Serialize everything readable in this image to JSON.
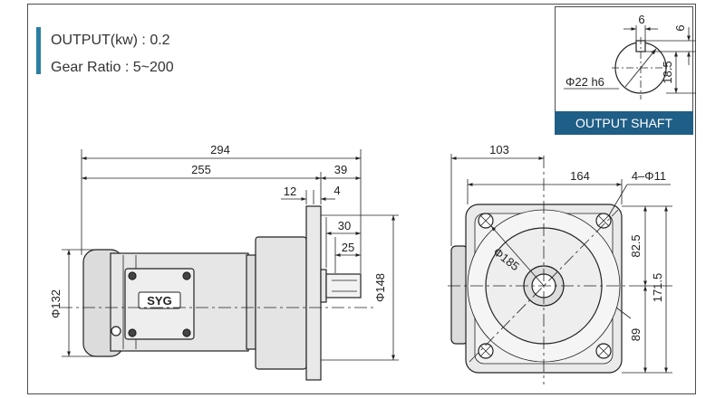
{
  "specs": {
    "output": "OUTPUT(kw) : 0.2",
    "gear_ratio": "Gear Ratio : 5~200"
  },
  "shaft": {
    "banner": "OUTPUT SHAFT",
    "key_width": "6",
    "key_depth": "6",
    "key_height": "18.5",
    "diameter": "Φ22 h6"
  },
  "side_view": {
    "overall_length": "294",
    "body_length": "255",
    "shaft_length": "39",
    "flange_thickness": "12",
    "flange_offset": "4",
    "key_length_outer": "30",
    "key_length_inner": "25",
    "motor_diameter": "Φ132",
    "flange_diameter": "Φ148",
    "logo": "SYG"
  },
  "front_view": {
    "width_left": "103",
    "width_bolts": "164",
    "bolt_holes": "4–Φ11",
    "pcd": "Φ185",
    "height_top": "82.5",
    "height_total": "171.5",
    "height_bottom": "89"
  },
  "colors": {
    "accent": "#2a7fa4",
    "banner": "#1f5e86",
    "line": "#333333"
  }
}
